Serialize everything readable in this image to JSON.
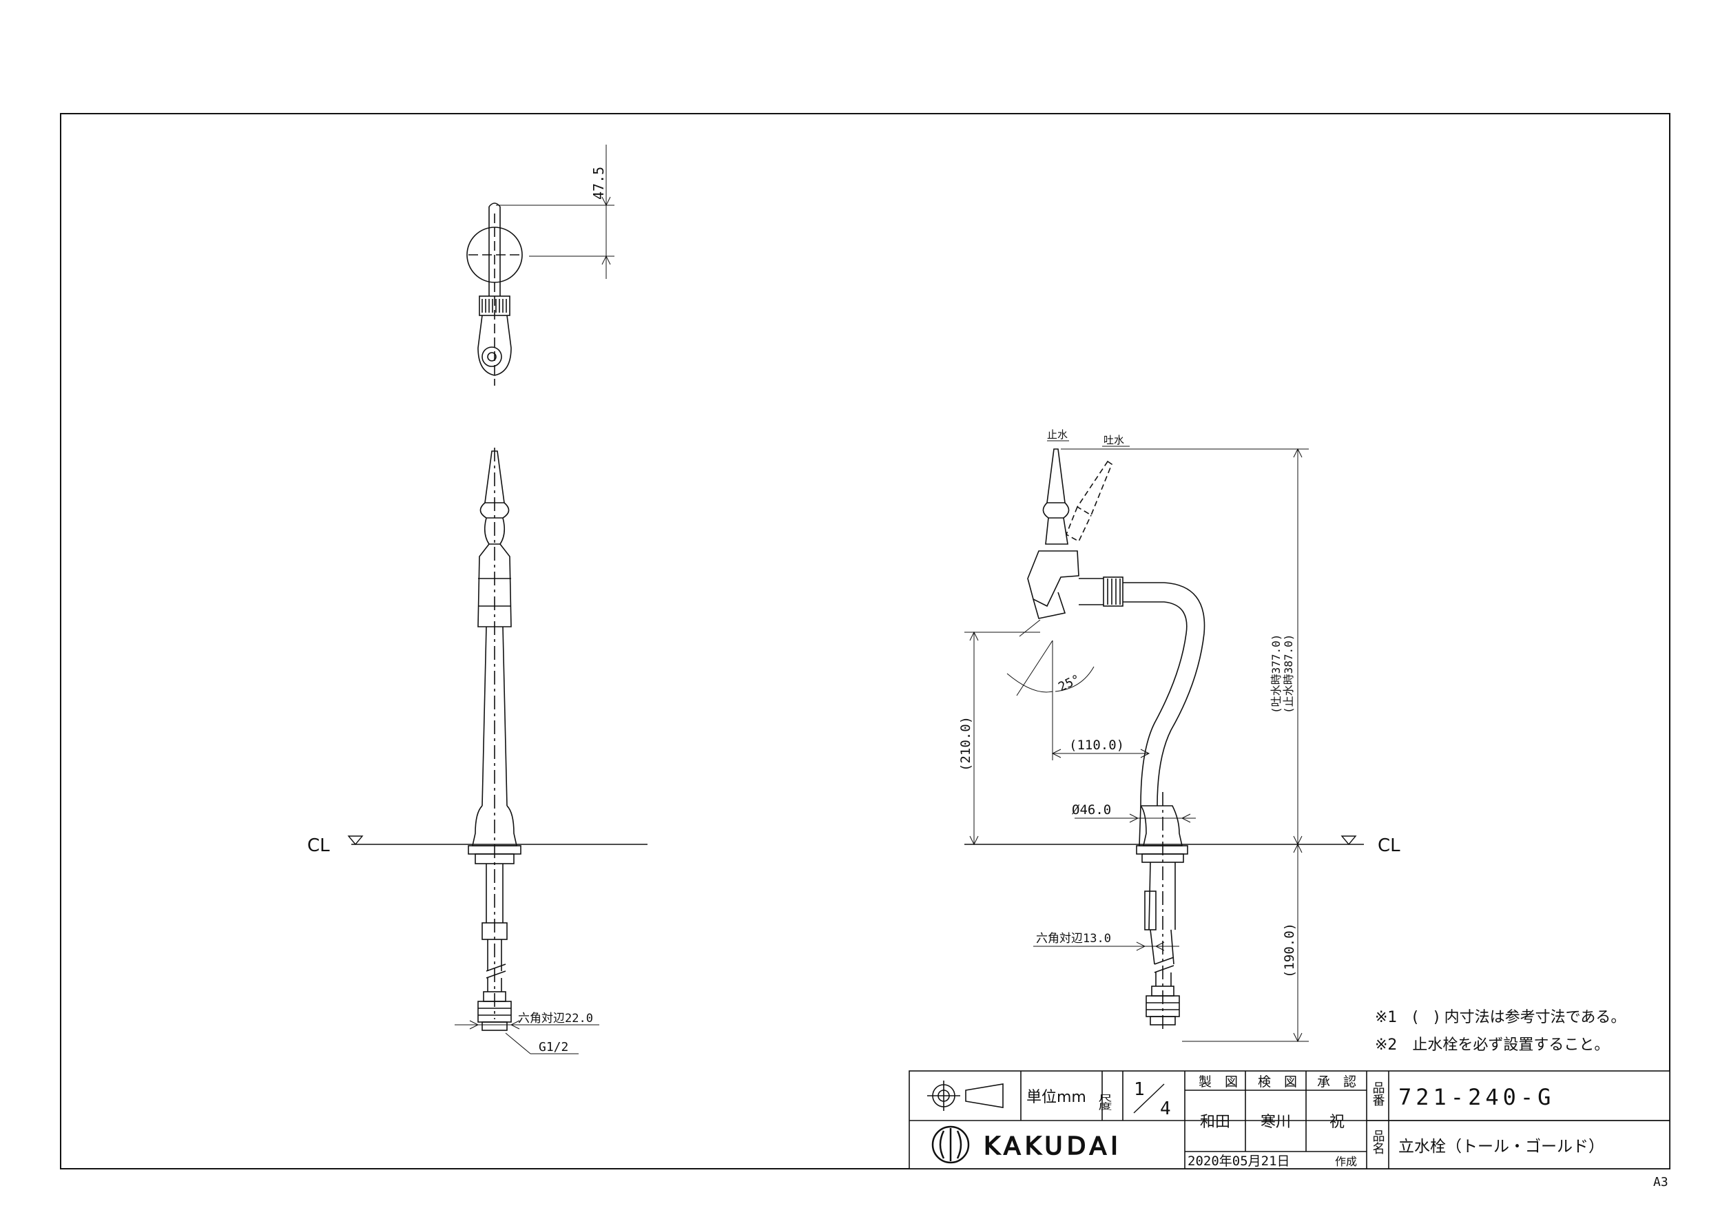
{
  "sheet_size": "A3",
  "notes": [
    "※1　(　) 内寸法は参考寸法である。",
    "※2　止水栓を必ず設置すること。"
  ],
  "dimensions": {
    "top_offset": "47.5",
    "hex_22": "六角対辺22.0",
    "thread": "G1/2",
    "hex_13": "六角対辺13.0",
    "dia": "Ø46.0",
    "height_210": "(210.0)",
    "reach_110": "(110.0)",
    "below_190": "(190.0)",
    "spout_377": "吐水時377.0",
    "stop_387": "止水時387.0",
    "angle": "25°",
    "cl_left": "CL",
    "cl_right": "CL"
  },
  "labels": {
    "stop": "止水",
    "flow": "吐水"
  },
  "title_block": {
    "unit_label": "単位mm",
    "scale_label": "尺度",
    "scale_num": "1",
    "scale_den": "4",
    "drawn_head": "製　図",
    "checked_head": "検　図",
    "approved_head": "承　認",
    "drawn_by": "和田",
    "checked_by": "寒川",
    "approved_by": "祝",
    "date": "2020年05月21日",
    "date_suffix": "作成",
    "part_no_label": "品番",
    "part_no": "721-240-G",
    "part_name_label": "品名",
    "part_name": "立水栓（トール・ゴールド）",
    "brand": "KAKUDAI"
  }
}
